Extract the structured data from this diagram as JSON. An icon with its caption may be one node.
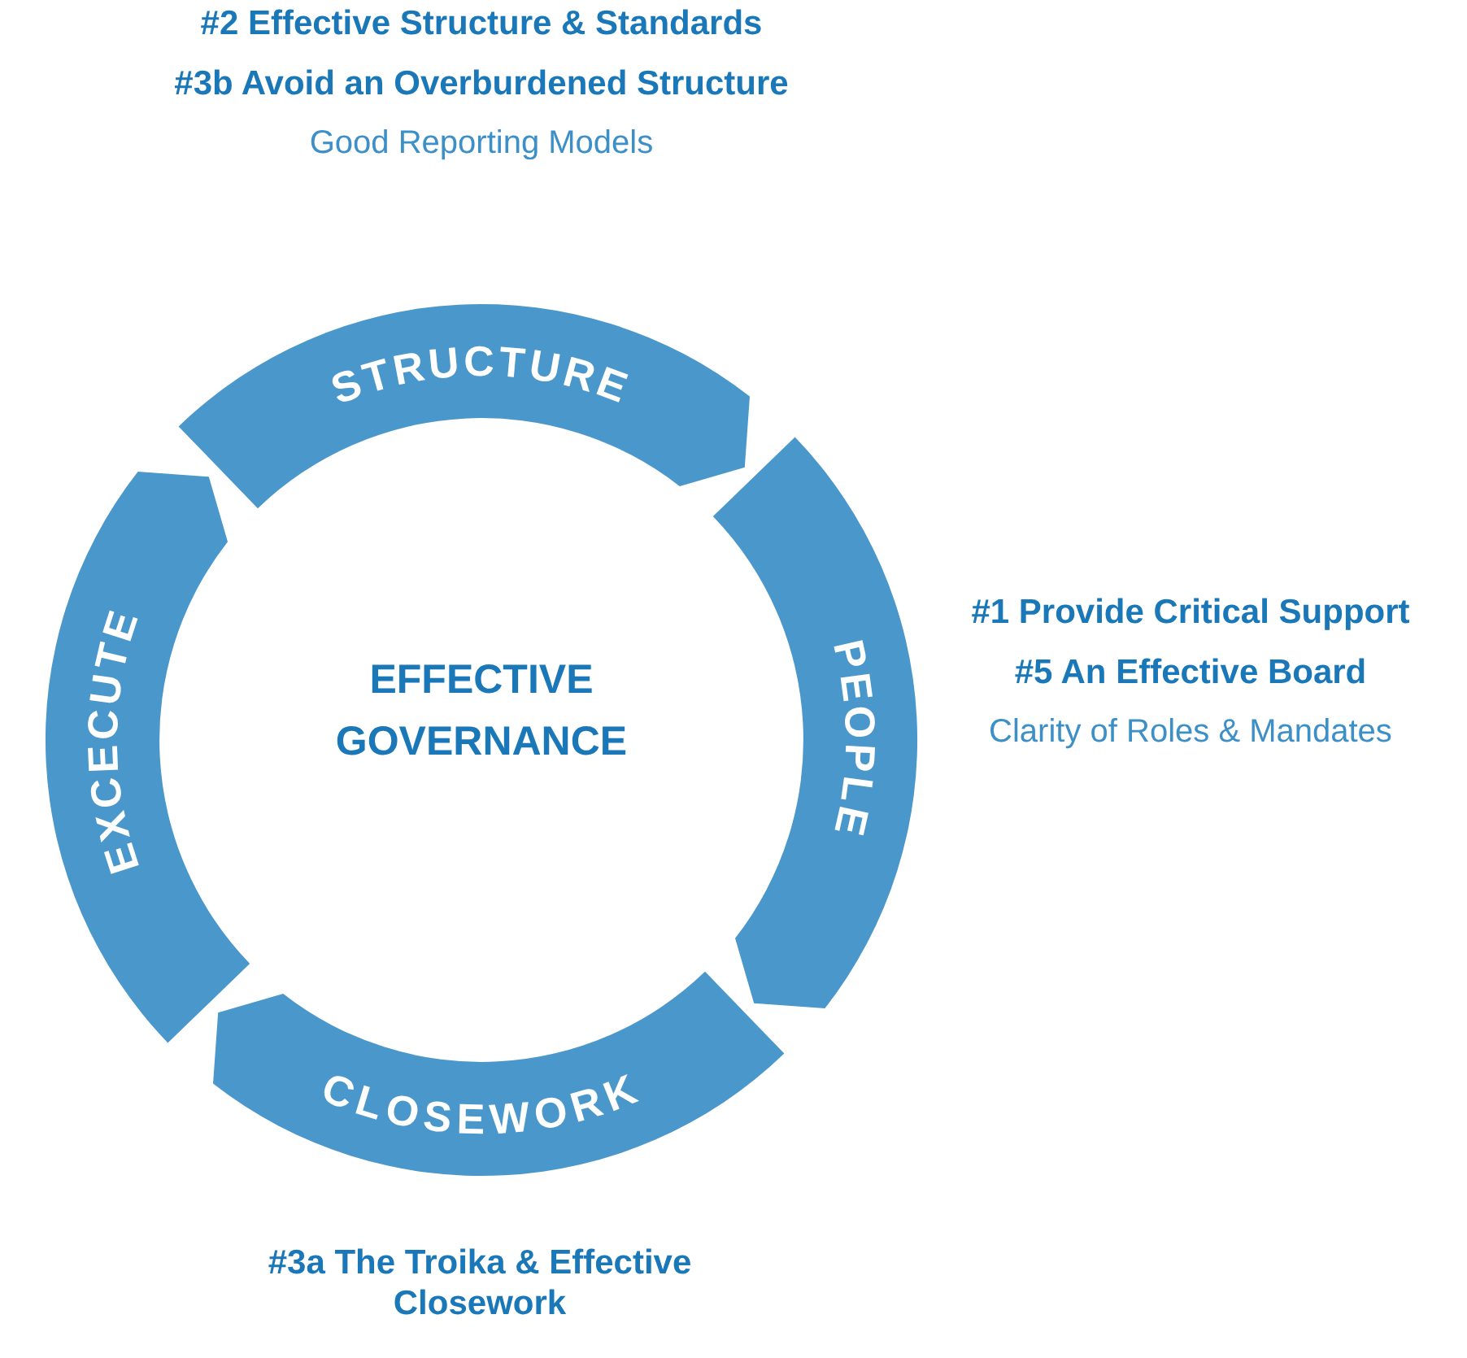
{
  "diagram": {
    "nodes": [
      {
        "text": [
          "STRUCTURE"
        ],
        "beside": [
          "#2 Effective Structure & Standards",
          "#3b Avoid an Overburdened Structure",
          "Good Reporting Models"
        ]
      },
      {
        "text": [
          "PEOPLE"
        ],
        "beside": [
          "#1 Provide Critical Support",
          "#5 An Effective Board",
          "Clarity of Roles & Mandates"
        ]
      },
      {
        "text": [
          "CLOSEWORK"
        ],
        "beside": [
          "#3a The Troika & Effective Closework"
        ]
      },
      {
        "text": [
          "EXCECUTE"
        ]
      }
    ],
    "labels": [
      "EFFECTIVE GOVERNANCE"
    ]
  }
}
